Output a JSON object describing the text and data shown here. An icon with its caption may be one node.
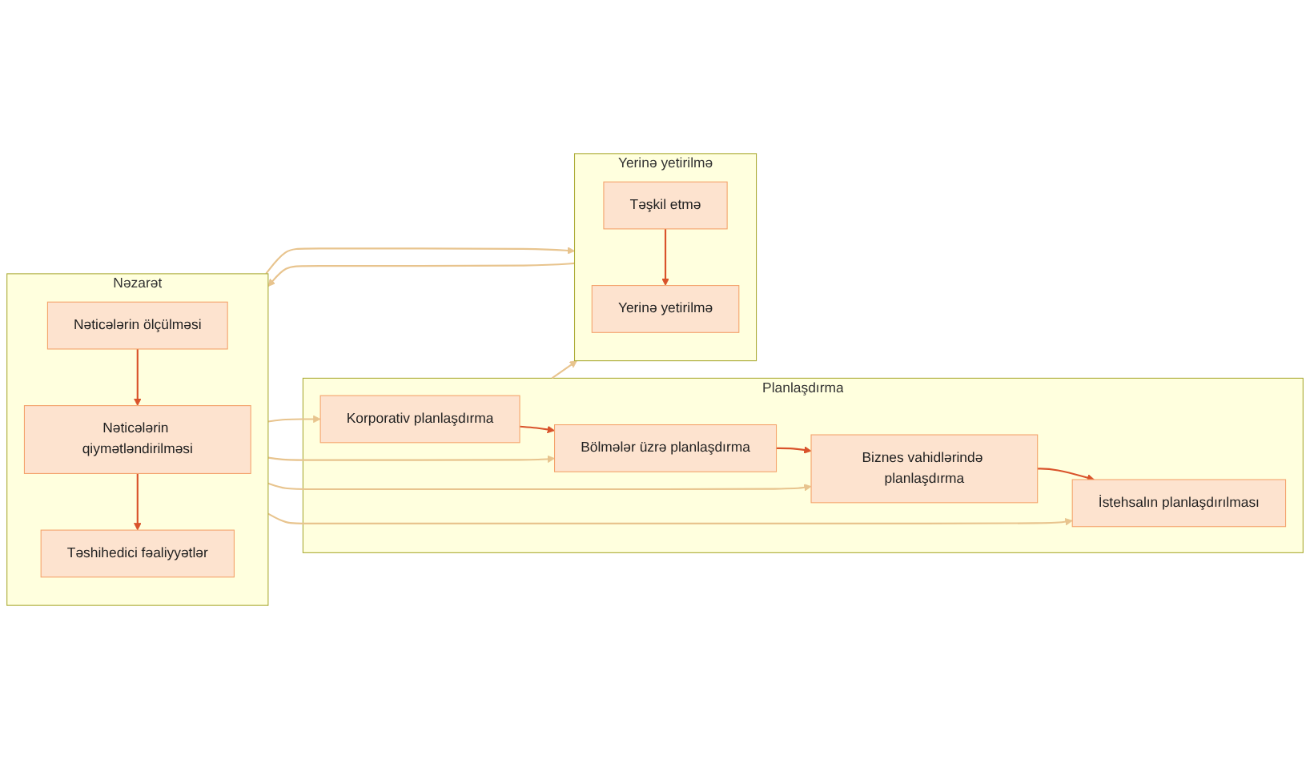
{
  "diagram": {
    "nodes": [
      {
        "text": [
          "Planlaşdırma"
        ]
      },
      {
        "text": [
          "Korporativ planlaşdırma"
        ],
        "in": 0
      },
      {
        "text": [
          "Bölmələr üzrə planlaşdırma"
        ],
        "in": 0
      },
      {
        "text": [
          "Biznes vahidlərində planlaşdırma"
        ],
        "in": 0
      },
      {
        "text": [
          "İstehsalın planlaşdırılması"
        ],
        "in": 0
      },
      {
        "text": [
          "Yerinə yetirilmə"
        ]
      },
      {
        "text": [
          "Təşkil etmə"
        ],
        "in": 5
      },
      {
        "text": [
          "Yerinə yetirilmə"
        ],
        "in": 5
      },
      {
        "text": [
          "Nəzarət"
        ]
      },
      {
        "text": [
          "Nəticələrin ölçülməsi"
        ],
        "in": 8
      },
      {
        "text": [
          "Nəticələrin qiymətləndirilməsi"
        ],
        "in": 8
      },
      {
        "text": [
          "Təshihedici fəaliyyətlər"
        ],
        "in": 8
      }
    ],
    "edges": [
      {
        "from": 1,
        "to": 2,
        "arrow": "to",
        "color": "#d9532b"
      },
      {
        "from": 2,
        "to": 3,
        "arrow": "to",
        "color": "#d9532b"
      },
      {
        "from": 3,
        "to": 4,
        "arrow": "to",
        "color": "#d9532b"
      },
      {
        "from": 0,
        "to": 5,
        "arrow": "to"
      },
      {
        "from": 6,
        "to": 7,
        "arrow": "to",
        "color": "#d9532b"
      },
      {
        "from": 5,
        "to": 8,
        "arrow": "to"
      },
      {
        "from": 9,
        "to": 10,
        "arrow": "to",
        "color": "#d9532b"
      },
      {
        "from": 10,
        "to": 11,
        "arrow": "to",
        "color": "#d9532b"
      },
      {
        "from": 8,
        "to": 1,
        "arrow": "to"
      },
      {
        "from": 8,
        "to": 2,
        "arrow": "to"
      },
      {
        "from": 8,
        "to": 3,
        "arrow": "to"
      },
      {
        "from": 8,
        "to": 4,
        "arrow": "to"
      },
      {
        "from": 8,
        "to": 5,
        "arrow": "to"
      }
    ]
  }
}
